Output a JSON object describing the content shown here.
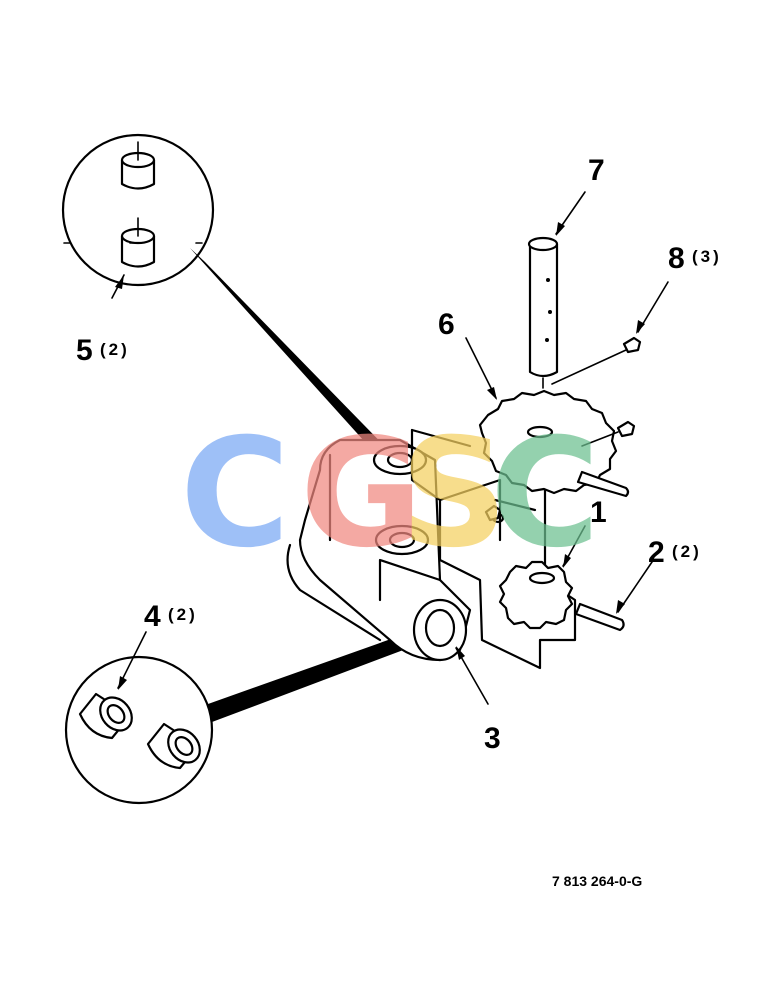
{
  "callouts": {
    "c1": {
      "num": "1",
      "qty": ""
    },
    "c2": {
      "num": "2",
      "qty": "(2)"
    },
    "c3": {
      "num": "3",
      "qty": ""
    },
    "c4": {
      "num": "4",
      "qty": "(2)"
    },
    "c5": {
      "num": "5",
      "qty": "(2)"
    },
    "c6": {
      "num": "6",
      "qty": ""
    },
    "c7": {
      "num": "7",
      "qty": ""
    },
    "c8": {
      "num": "8",
      "qty": "(3)"
    }
  },
  "drawing_code": "7 813 264-0-G",
  "watermark": {
    "letters": [
      "C",
      "G",
      "S",
      "C"
    ],
    "colors": [
      "#7aa8f5",
      "#f08880",
      "#f5d060",
      "#6cc090"
    ]
  }
}
